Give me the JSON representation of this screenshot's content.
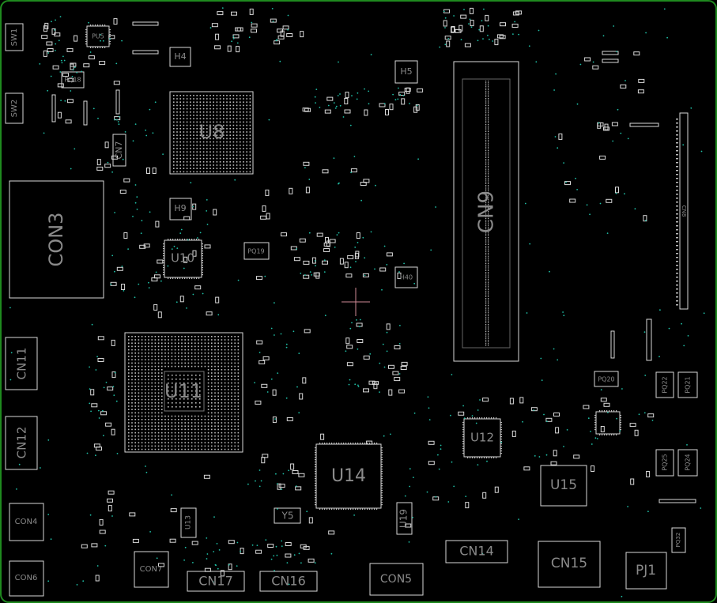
{
  "board": {
    "outline_color": "#1f8a1f",
    "silk_color": "#d8d8d8",
    "label_color": "#8a8a8a",
    "via_color": "#1fbfa6",
    "crosshair_color": "#d08a96"
  },
  "labels": {
    "sw1": "SW1",
    "sw2": "SW2",
    "pu5": "PU5",
    "pq18": "PQ18",
    "h4": "H4",
    "h5": "H5",
    "u8": "U8",
    "cn7": "CN7",
    "con3": "CON3",
    "h9": "H9",
    "u10": "U10",
    "pq19": "PQ19",
    "cn9": "CN9",
    "cn8": "CN8",
    "h40": "H40",
    "cn11": "CN11",
    "u11": "U11",
    "cn12": "CN12",
    "pq20": "PQ20",
    "pq22": "PQ22",
    "pq21": "PQ21",
    "u12": "U12",
    "u14": "U14",
    "u15": "U15",
    "pq25": "PQ25",
    "pq24": "PQ24",
    "con4": "CON4",
    "u13": "U13",
    "y5": "Y5",
    "u19": "U19",
    "con7": "CON7",
    "cn14": "CN14",
    "cn15": "CN15",
    "pj1": "PJ1",
    "pq32": "PQ32",
    "con6": "CON6",
    "cn17": "CN17",
    "cn16": "CN16",
    "con5": "CON5"
  }
}
